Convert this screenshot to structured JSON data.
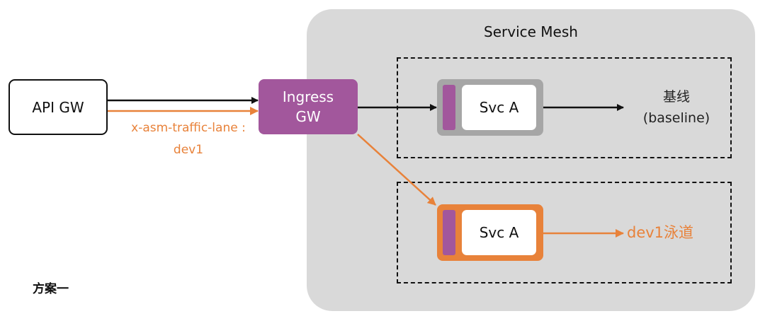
{
  "diagram": {
    "mesh": {
      "title": "Service Mesh"
    },
    "api_gateway": {
      "label": "API GW"
    },
    "ingress_gateway": {
      "line1": "Ingress",
      "line2": "GW"
    },
    "header_annotation": {
      "line1": "x-asm-traffic-lane :",
      "line2": "dev1"
    },
    "lanes": [
      {
        "service_label": "Svc A",
        "lane_label_line1": "基线",
        "lane_label_line2": "(baseline)"
      },
      {
        "service_label": "Svc A",
        "lane_label": "dev1泳道"
      }
    ],
    "caption": "方案一",
    "colors": {
      "ingress": "#a2579c",
      "sidecar": "#a2579c",
      "dev1_accent": "#e8823a",
      "baseline_frame": "#a6a6a6",
      "mesh_background": "#d9d9d9"
    }
  }
}
